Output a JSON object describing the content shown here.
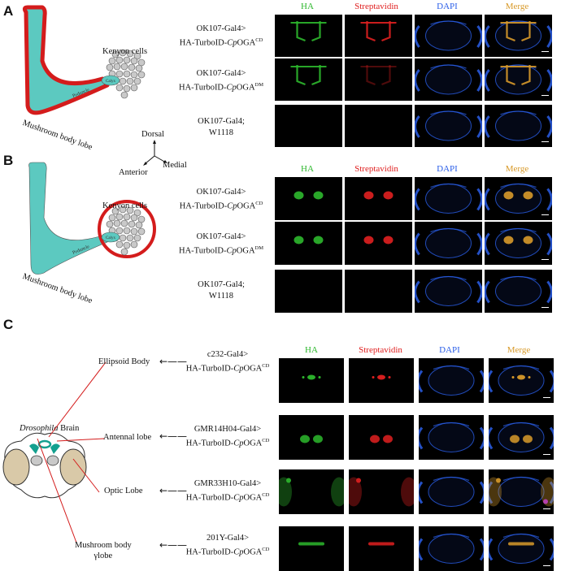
{
  "panels": {
    "A": {
      "letter": "A",
      "diagram": {
        "kenyon": "Kenyon cells",
        "calyx": "Calyx",
        "peduncle": "Peduncle",
        "lobe": "Mushroom body lobe",
        "highlight": "lobe"
      },
      "axes": {
        "dorsal": "Dorsal",
        "medial": "Medial",
        "anterior": "Anterior"
      },
      "columns": [
        "HA",
        "Streptavidin",
        "DAPI",
        "Merge"
      ],
      "rows": [
        {
          "line1": "OK107-Gal4>",
          "line2_prefix": "HA-TurboID-",
          "line2_italic": "Cp",
          "line2_main": "OGA",
          "line2_sup": "CD"
        },
        {
          "line1": "OK107-Gal4>",
          "line2_prefix": "HA-TurboID-",
          "line2_italic": "Cp",
          "line2_main": "OGA",
          "line2_sup": "DM"
        },
        {
          "line1": "OK107-Gal4;",
          "line2_prefix": "W1118",
          "line2_italic": "",
          "line2_main": "",
          "line2_sup": ""
        }
      ]
    },
    "B": {
      "letter": "B",
      "diagram": {
        "kenyon": "Kenyon cells",
        "calyx": "Calyx",
        "peduncle": "Peduncle",
        "lobe": "Mushroom body lobe",
        "highlight": "kenyon"
      },
      "columns": [
        "HA",
        "Streptavidin",
        "DAPI",
        "Merge"
      ],
      "rows": [
        {
          "line1": "OK107-Gal4>",
          "line2_prefix": "HA-TurboID-",
          "line2_italic": "Cp",
          "line2_main": "OGA",
          "line2_sup": "CD"
        },
        {
          "line1": "OK107-Gal4>",
          "line2_prefix": "HA-TurboID-",
          "line2_italic": "Cp",
          "line2_main": "OGA",
          "line2_sup": "DM"
        },
        {
          "line1": "OK107-Gal4;",
          "line2_prefix": "W1118",
          "line2_italic": "",
          "line2_main": "",
          "line2_sup": ""
        }
      ]
    },
    "C": {
      "letter": "C",
      "brain_label_italic": "Drosophila",
      "brain_label_rest": " Brain",
      "regions": [
        "Ellipsoid Body",
        "Antennal lobe",
        "Optic Lobe",
        "Mushroom body",
        "γlobe"
      ],
      "columns": [
        "HA",
        "Streptavidin",
        "DAPI",
        "Merge"
      ],
      "rows": [
        {
          "line1": "c232-Gal4>",
          "line2_prefix": "HA-TurboID-",
          "line2_italic": "Cp",
          "line2_main": "OGA",
          "line2_sup": "CD"
        },
        {
          "line1": "GMR14H04-Gal4>",
          "line2_prefix": "HA-TurboID-",
          "line2_italic": "Cp",
          "line2_main": "OGA",
          "line2_sup": "CD"
        },
        {
          "line1": "GMR33H10-Gal4>",
          "line2_prefix": "HA-TurboID-",
          "line2_italic": "Cp",
          "line2_main": "OGA",
          "line2_sup": "CD"
        },
        {
          "line1": "201Y-Gal4>",
          "line2_prefix": "HA-TurboID-",
          "line2_italic": "Cp",
          "line2_main": "OGA",
          "line2_sup": "CD"
        }
      ]
    }
  },
  "colors": {
    "ha": "#2db82d",
    "streptavidin": "#e02020",
    "dapi": "#2a5ee8",
    "merge": "#d89a2a",
    "teal": "#5cc9c0",
    "outline_red": "#d41c1c",
    "cell_grey": "#c9c9c9"
  }
}
